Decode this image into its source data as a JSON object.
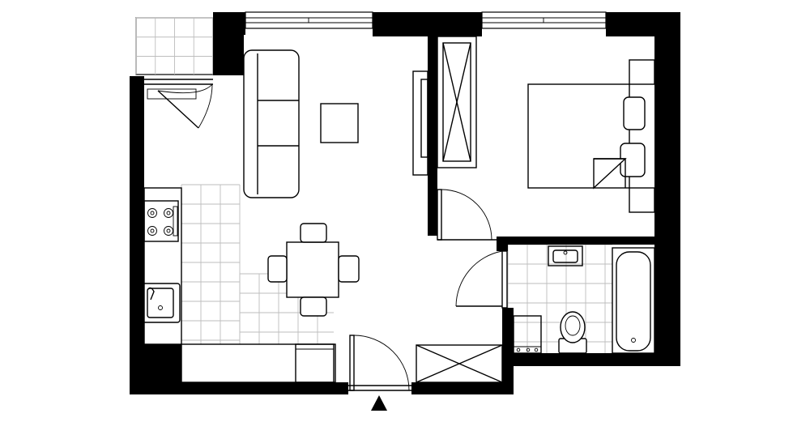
{
  "plan": {
    "background_color": "#ffffff",
    "wall_color": "#000000",
    "tile_color": "#bdbdbd",
    "icons": [
      "balcony-tiles",
      "window",
      "sofa",
      "coffee-table",
      "tv-unit",
      "wardrobe",
      "double-bed",
      "nightstand",
      "kitchen-counter",
      "cooktop",
      "kitchen-sink",
      "dining-table",
      "chair",
      "entry-door",
      "entrance-arrow",
      "shower",
      "washbasin",
      "toilet",
      "washing-machine",
      "bathtub"
    ]
  }
}
